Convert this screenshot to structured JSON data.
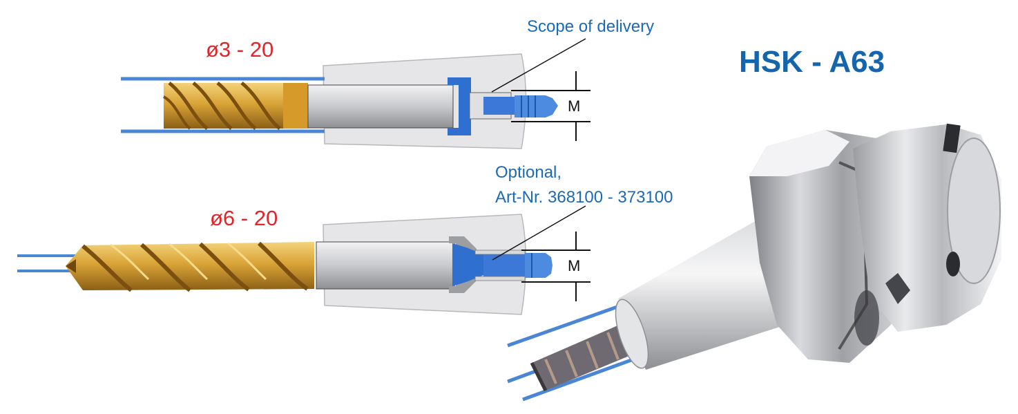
{
  "title": "HSK - A63",
  "top_diagram": {
    "diameter_label": "ø3 - 20",
    "callout_label": "Scope of delivery",
    "dimension_label": "M"
  },
  "bottom_diagram": {
    "diameter_label": "ø6 - 20",
    "callout_line1": "Optional,",
    "callout_line2": "Art-Nr. 368100 - 373100",
    "dimension_label": "M"
  },
  "colors": {
    "accent_blue": "#1565ad",
    "label_red": "#e0262b",
    "coolant_blue": "#4a86d6",
    "tool_gold": "#d9a437",
    "holder_grey": "#e6e6e8"
  }
}
